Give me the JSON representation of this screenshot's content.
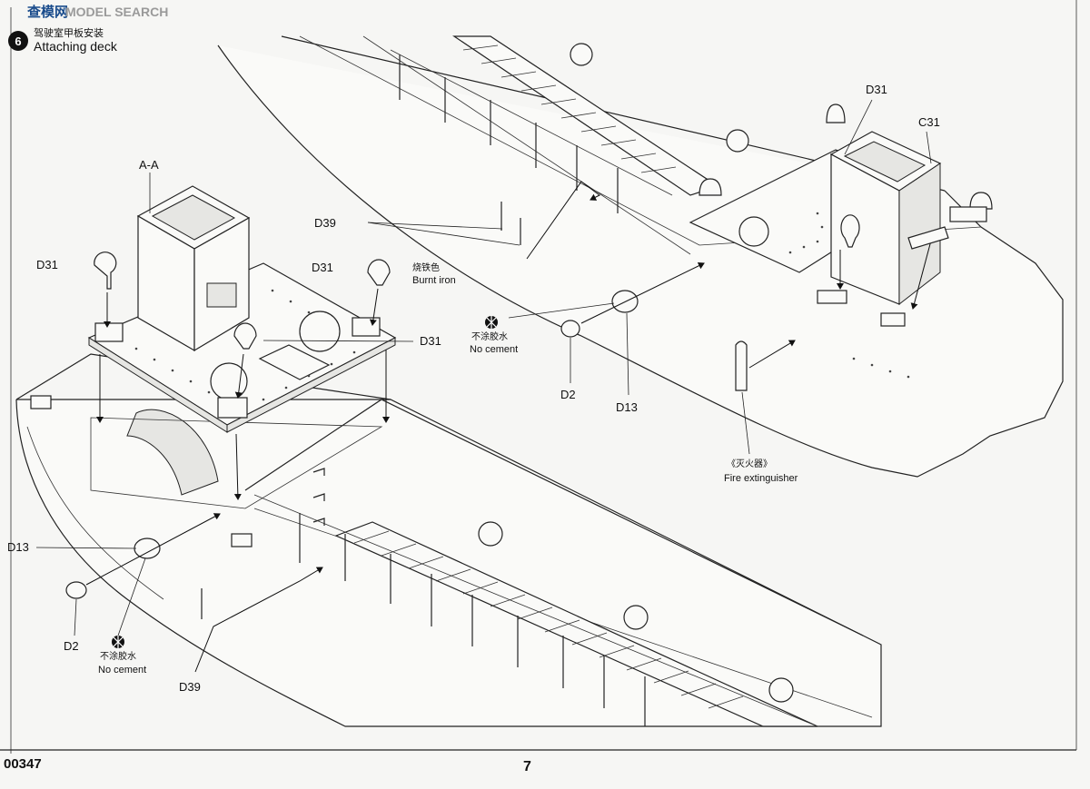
{
  "header": {
    "watermark": "MODEL SEARCH",
    "site_logo": "查模网",
    "step_number": "6",
    "step_title_cn": "驾驶室甲板安装",
    "step_title_en": "Attaching deck"
  },
  "labels": {
    "aa": "A-A",
    "d31_left": "D31",
    "d31_mid": "D31",
    "d31_right": "D31",
    "d31_top": "D31",
    "c31": "C31",
    "d39_top": "D39",
    "d39_bottom": "D39",
    "d13_left": "D13",
    "d13_right": "D13",
    "d2_left": "D2",
    "d2_right": "D2",
    "burnt_iron_cn": "烧铁色",
    "burnt_iron_en": "Burnt iron",
    "no_cement_cn_1": "不涂胶水",
    "no_cement_en_1": "No cement",
    "no_cement_cn_2": "不涂胶水",
    "no_cement_en_2": "No cement",
    "fire_ext_cn": "《灭火器》",
    "fire_ext_en": "Fire extinguisher"
  },
  "footer": {
    "catalog_number": "00347",
    "page_number": "7"
  },
  "colors": {
    "line": "#222222",
    "paper": "#f6f6f4",
    "shade": "#e6e6e3"
  }
}
